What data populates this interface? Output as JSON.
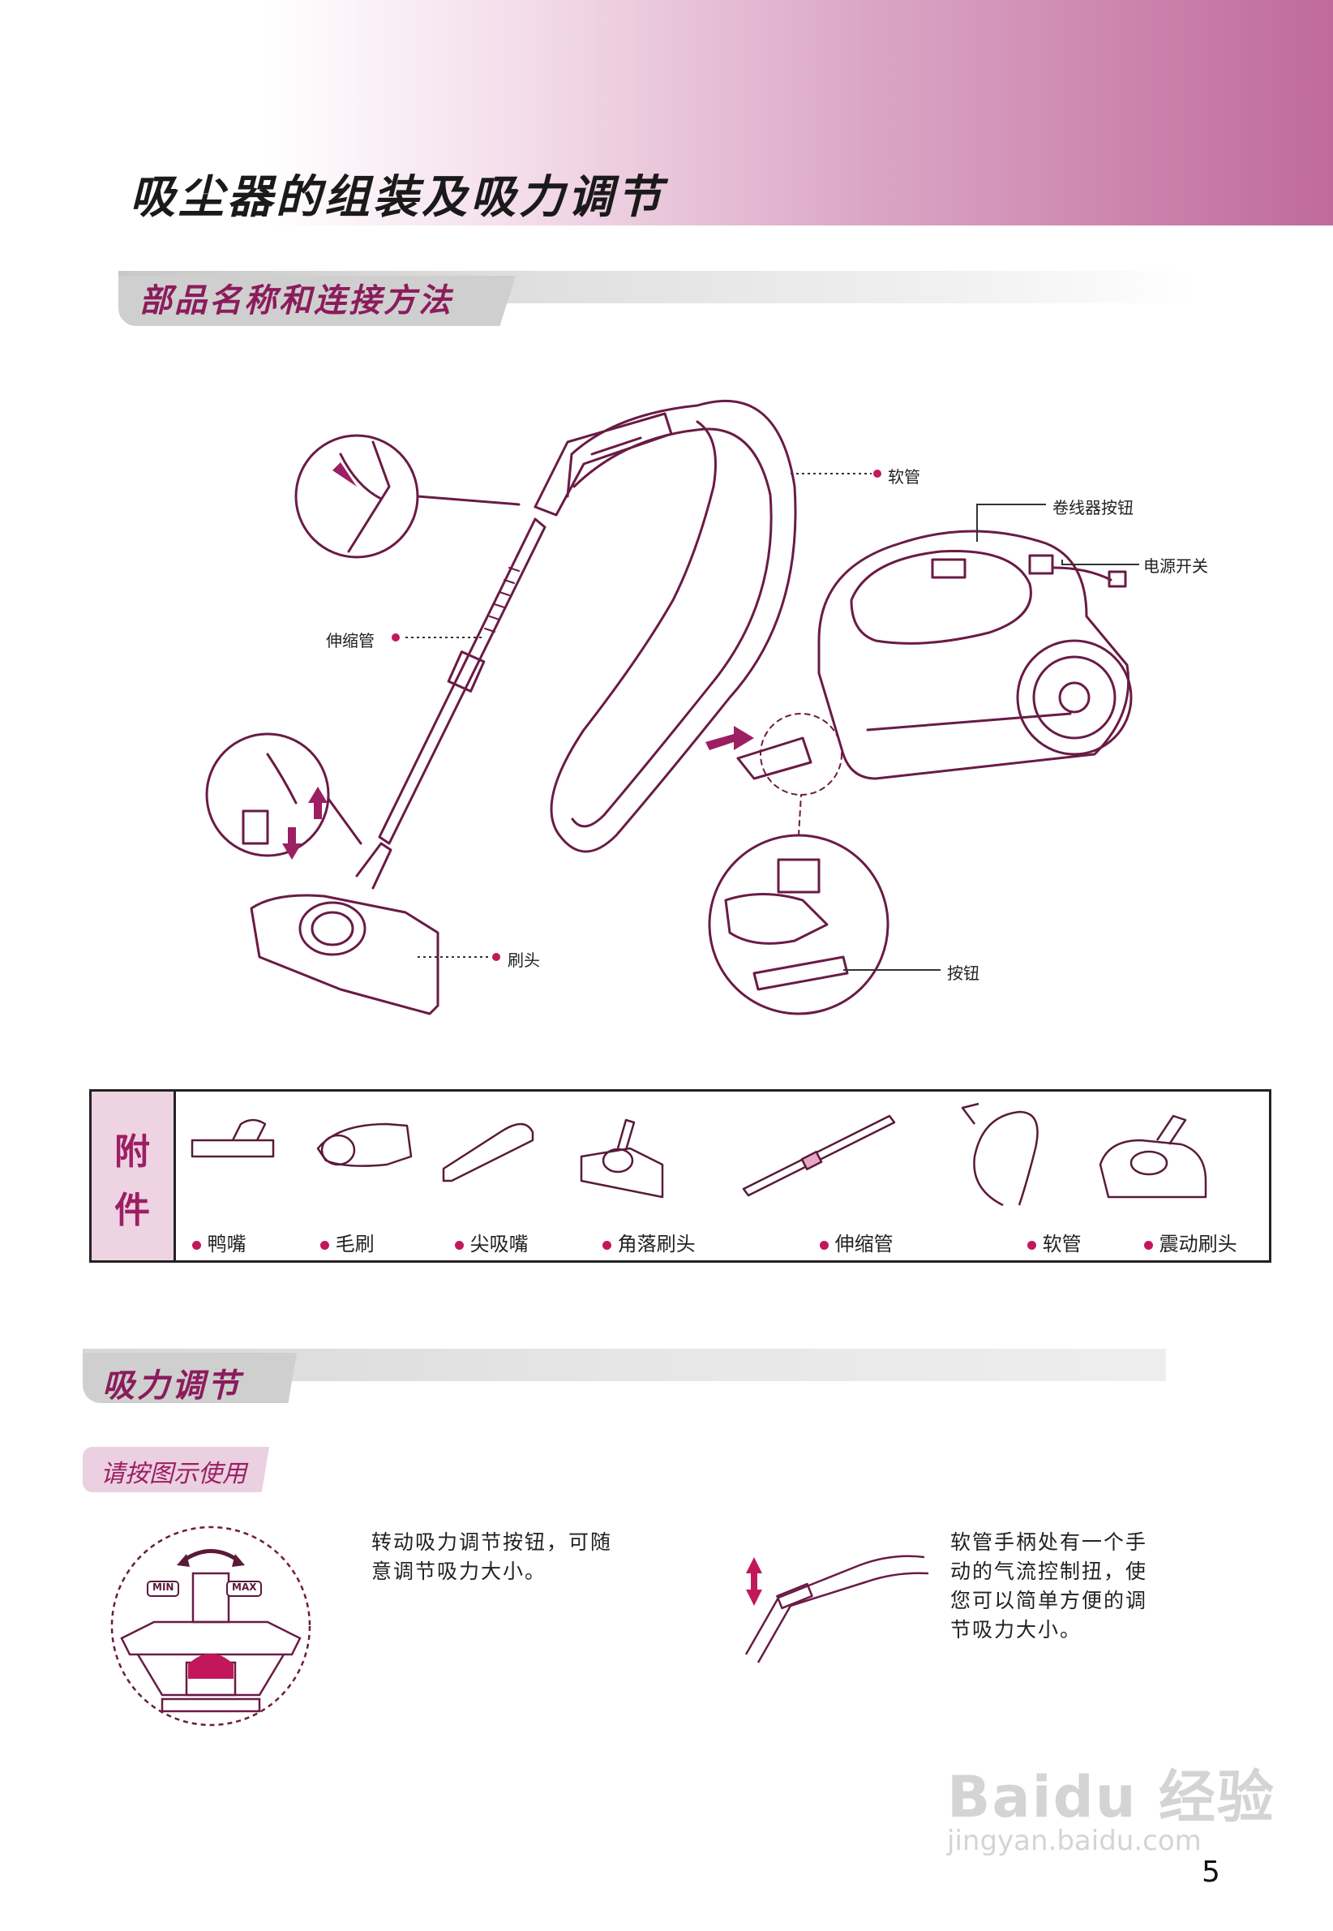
{
  "page_title": "吸尘器的组装及吸力调节",
  "section1": {
    "title": "部品名称和连接方法",
    "callouts": {
      "hose": "软管",
      "cord_button": "卷线器按钮",
      "power_switch": "电源开关",
      "telescopic_pipe": "伸缩管",
      "brush_head": "刷头",
      "button": "按钮"
    }
  },
  "accessories": {
    "title_line1": "附",
    "title_line2": "件",
    "items": [
      {
        "label": "鸭嘴"
      },
      {
        "label": "毛刷"
      },
      {
        "label": "尖吸嘴"
      },
      {
        "label": "角落刷头"
      },
      {
        "label": "伸缩管"
      },
      {
        "label": "软管"
      },
      {
        "label": "震动刷头"
      }
    ]
  },
  "section2": {
    "title": "吸力调节",
    "subtitle": "请按图示使用",
    "min_label": "MIN",
    "max_label": "MAX",
    "text_left": "转动吸力调节按钮，可随意调节吸力大小。",
    "text_right": "软管手柄处有一个手动的气流控制扭，使您可以简单方便的调节吸力大小。"
  },
  "watermark": {
    "brand": "Baidu 经验",
    "url": "jingyan.baidu.com"
  },
  "page_number": "5",
  "colors": {
    "accent": "#9c1f63",
    "line": "#6a1b45",
    "pink_arrow": "#c2185b"
  }
}
